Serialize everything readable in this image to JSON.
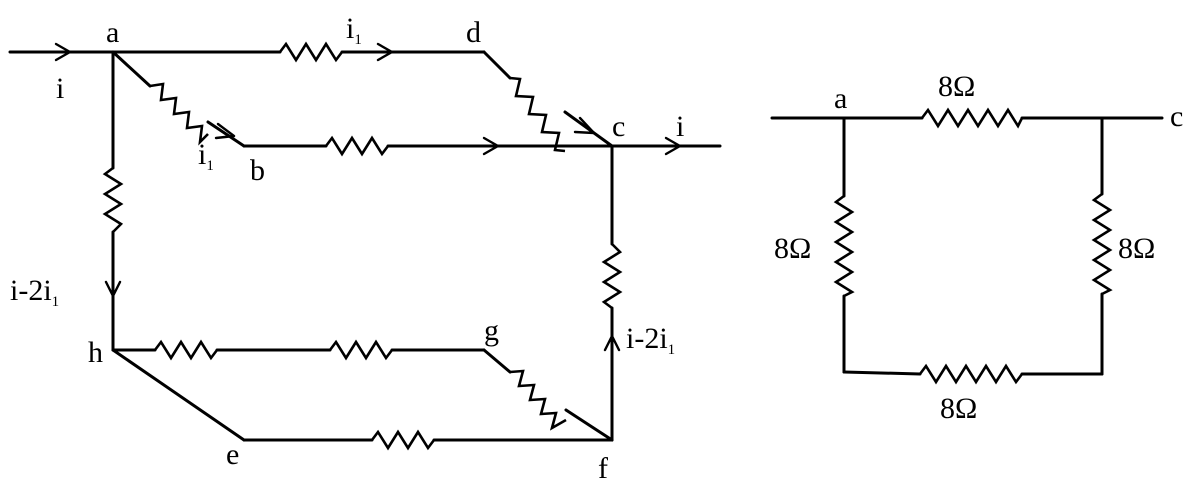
{
  "left_circuit": {
    "nodes": {
      "a": "a",
      "b": "b",
      "c": "c",
      "d": "d",
      "e": "e",
      "f": "f",
      "g": "g",
      "h": "h"
    },
    "currents": {
      "input": "i",
      "output": "i",
      "i1_top": {
        "base": "i",
        "sub": "1"
      },
      "i1_diag": {
        "base": "i",
        "sub": "1"
      },
      "vertical_left": {
        "base": "i-2i",
        "sub": "1"
      },
      "vertical_right": {
        "base": "i-2i",
        "sub": "1"
      }
    }
  },
  "right_circuit": {
    "nodes": {
      "a": "a",
      "c": "c"
    },
    "resistors": {
      "top": "8Ω",
      "left": "8Ω",
      "right": "8Ω",
      "bottom": "8Ω"
    }
  }
}
